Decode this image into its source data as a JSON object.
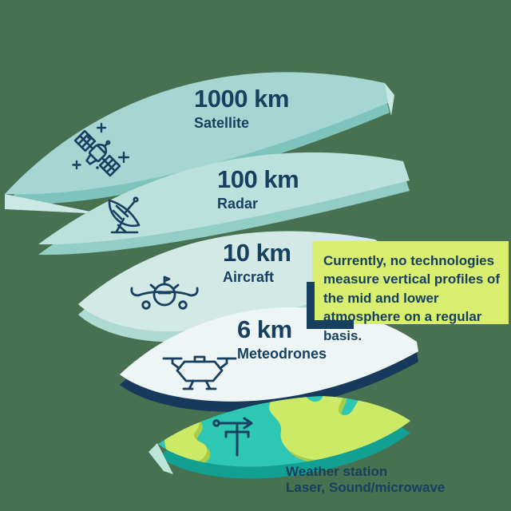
{
  "background_color": "#477150",
  "text_color": "#173F60",
  "layers": [
    {
      "altitude": "1000 km",
      "label": "Satellite",
      "icon": "satellite-icon",
      "surface_color": "#A6D6D1",
      "edge_color": "#7EC4BD"
    },
    {
      "altitude": "100 km",
      "label": "Radar",
      "icon": "radar-dish-icon",
      "surface_color": "#BCE0DB",
      "edge_color": "#92CEC6"
    },
    {
      "altitude": "10 km",
      "label": "Aircraft",
      "icon": "airplane-icon",
      "surface_color": "#D3E9E5",
      "edge_color": "#AEDAD4"
    },
    {
      "altitude": "6 km",
      "label": "Meteodrones",
      "icon": "drone-icon",
      "surface_color": "#EDF6F4",
      "edge_color": "#17395B"
    }
  ],
  "ground": {
    "labels": [
      "Weather station",
      "Laser, Sound/microwave"
    ],
    "icon": "weather-station-icon",
    "surface_color": "#2EC7B3",
    "edge_color": "#12A092",
    "land_color": "#CCEA66",
    "land_shadow_color": "#A8CD48"
  },
  "callout": {
    "text": "Currently, no technologies measure vertical profiles of the mid and lower atmosphere on a regular basis.",
    "bg_color": "#D9EE6E",
    "accent_color": "#173F60"
  }
}
